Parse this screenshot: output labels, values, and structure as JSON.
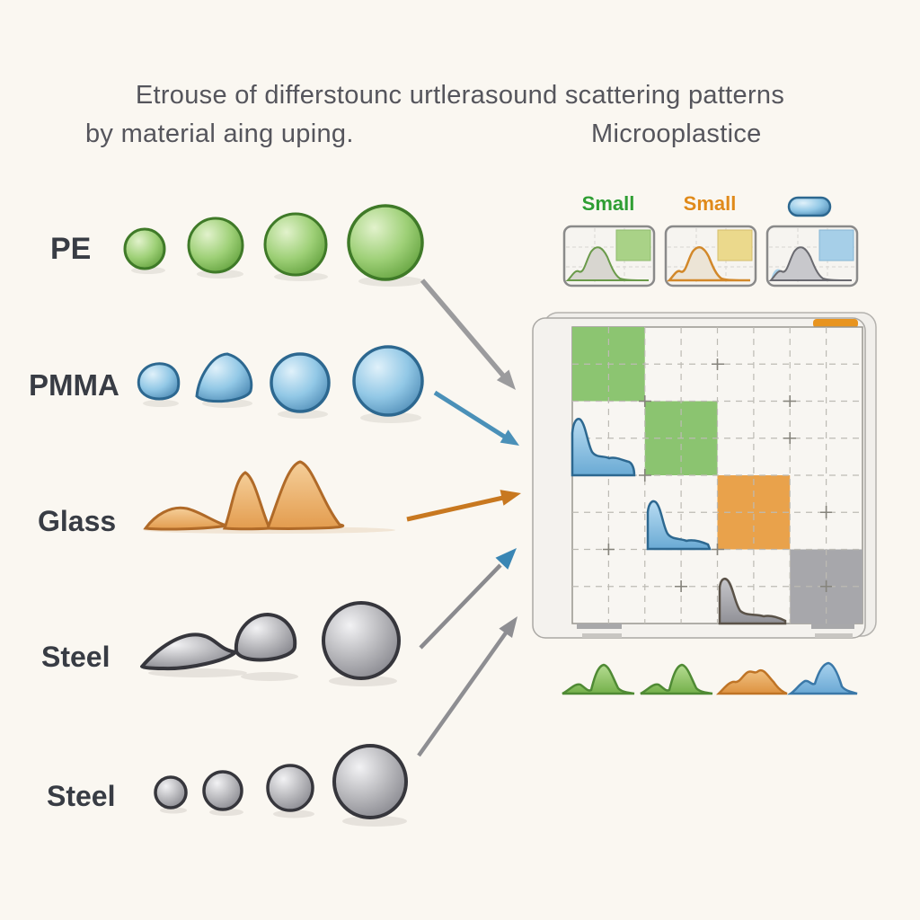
{
  "title": {
    "line1": "Etrouse of differstounc urtlerasound scattering patterns",
    "line2_left": "by material aing uping.",
    "line2_right": "Microoplastice"
  },
  "materials": [
    {
      "name": "PE",
      "color": "#6fae4a",
      "particles": "4 spheres, increasing size"
    },
    {
      "name": "PMMA",
      "color": "#5e9fc9",
      "particles": "2 blobs then 2 spheres, increasing size"
    },
    {
      "name": "Glass",
      "color": "#dd9246",
      "particles": "3 peaks, increasing height"
    },
    {
      "name": "Steel",
      "color": "#8d8d92",
      "particles": "flat mound, blob, sphere"
    },
    {
      "name": "Steel",
      "color": "#8d8d92",
      "particles": "4 spheres, increasing size"
    }
  ],
  "legend": {
    "items": [
      {
        "label": "Small",
        "color": "#2f9e33"
      },
      {
        "label": "Small",
        "color": "#e08a1a"
      },
      {
        "label": "",
        "icon": "blue-capsule",
        "color": "#7db8dc"
      }
    ],
    "panels": [
      {
        "square_color": "#a9d287",
        "curve_color": "#6a9a4a"
      },
      {
        "square_color": "#ebd98c",
        "curve_color": "#d2882a"
      },
      {
        "square_color": "#a6cfe8",
        "curve_color": "#6a6a70"
      }
    ]
  },
  "matrix": {
    "rows": 4,
    "cols": 4,
    "diagonal_cells": [
      {
        "row": 0,
        "col": 0,
        "color": "#8cc571"
      },
      {
        "row": 1,
        "col": 1,
        "color": "#8bc470"
      },
      {
        "row": 2,
        "col": 2,
        "color": "#e9a24b"
      },
      {
        "row": 3,
        "col": 3,
        "color": "#a7a7ab"
      }
    ],
    "curve_cells": [
      {
        "row": 1,
        "col": 0,
        "color": "#8ec6e4"
      },
      {
        "row": 2,
        "col": 1,
        "color": "#8ec6e4"
      },
      {
        "row": 3,
        "col": 2,
        "color": "#9a9a9e"
      }
    ],
    "tab_color": "#e8941f"
  },
  "response_curves": [
    {
      "color": "#8cc56a"
    },
    {
      "color": "#8cc56a"
    },
    {
      "color": "#e8a85c"
    },
    {
      "color": "#7db8dc"
    }
  ],
  "arrows": [
    {
      "from": "PE",
      "color": "#9b9b9d"
    },
    {
      "from": "PMMA",
      "color": "#4a90b8"
    },
    {
      "from": "Glass",
      "color": "#c87820"
    },
    {
      "from": "Steel",
      "color": "#8a8a8e",
      "head": "#3a86b4"
    },
    {
      "from": "Steel",
      "color": "#8e8e92"
    }
  ],
  "colors": {
    "background": "#faf7f1",
    "title_text": "#55555c",
    "label_text": "#383c44"
  }
}
